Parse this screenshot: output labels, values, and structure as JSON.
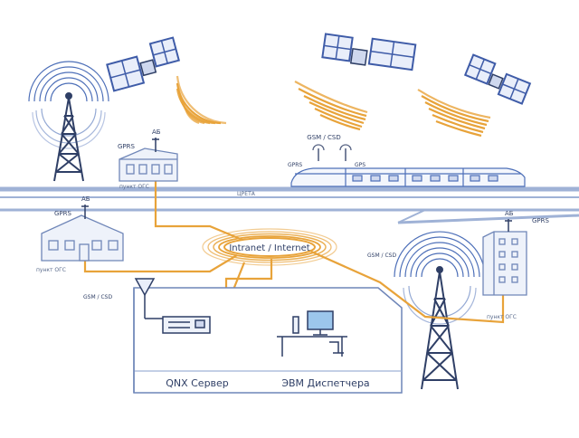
{
  "colors": {
    "track": "#9fb2d6",
    "track_dark": "#6f86b8",
    "signal": "#e8a33a",
    "wave_blue": "#4d6fb8",
    "line_dark": "#2f3f66",
    "label": "#5a6b8c"
  },
  "labels": {
    "sat1_ab": "АБ",
    "gprs_station": "GPRS",
    "station_point": "пункт ОГС",
    "gsm_csd_train": "GSM / CSD",
    "train_gprs": "GPRS",
    "train_gps": "GPS",
    "track_label": "ЦРЕТА",
    "house_ab": "АБ",
    "house_gprs": "GPRS",
    "house_point": "пункт ОГС",
    "intranet": "Intranet / Internet",
    "gsm_csd_right": "GSM / CSD",
    "building_ab": "АБ",
    "building_gprs": "GPRS",
    "building_point": "пункт ОГС",
    "gsm_csd_server": "GSM / CSD",
    "qnx_server": "QNX Сервер",
    "dispatcher": "ЭВМ Диспетчера"
  },
  "icons": [
    "satellite-icon",
    "radio-tower-icon",
    "train-icon",
    "house-icon",
    "building-icon",
    "server-icon",
    "computer-icon",
    "antenna-icon"
  ]
}
